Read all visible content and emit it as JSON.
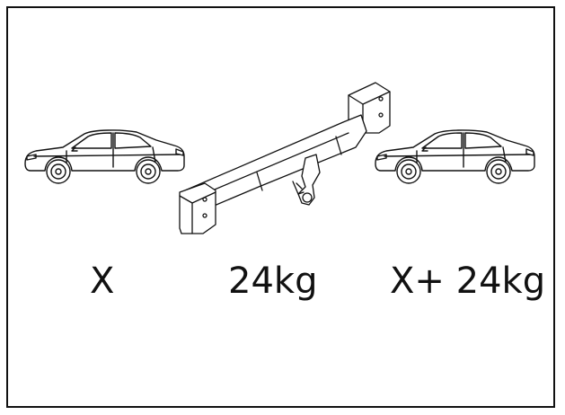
{
  "labels": {
    "car_weight": "X",
    "towbar_weight": "24kg",
    "total_weight": "X+ 24kg"
  },
  "colors": {
    "line": "#111111",
    "background": "#ffffff",
    "shade": "#dcdcdc"
  }
}
